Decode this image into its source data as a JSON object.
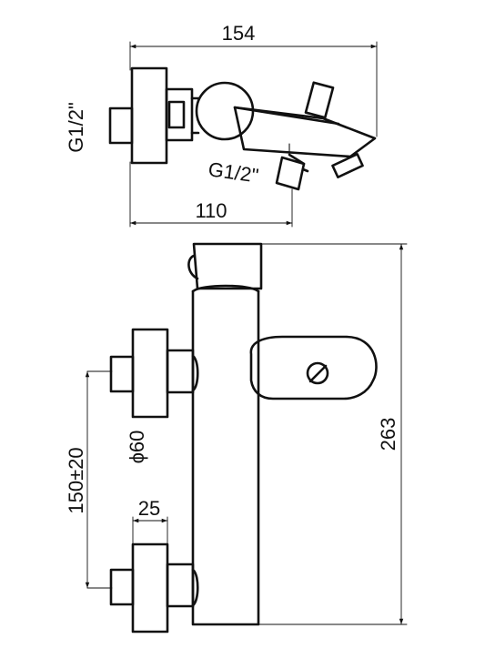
{
  "dimensions": {
    "top_width": "154",
    "top_depth": "110",
    "inlet_thread": "G1/2\"",
    "outlet_thread": "G1/2\"",
    "height": "263",
    "center_distance": "150±20",
    "eccentric_diameter": "ϕ60",
    "eccentric_length": "25"
  },
  "colors": {
    "line": "#111111",
    "background": "#ffffff"
  }
}
